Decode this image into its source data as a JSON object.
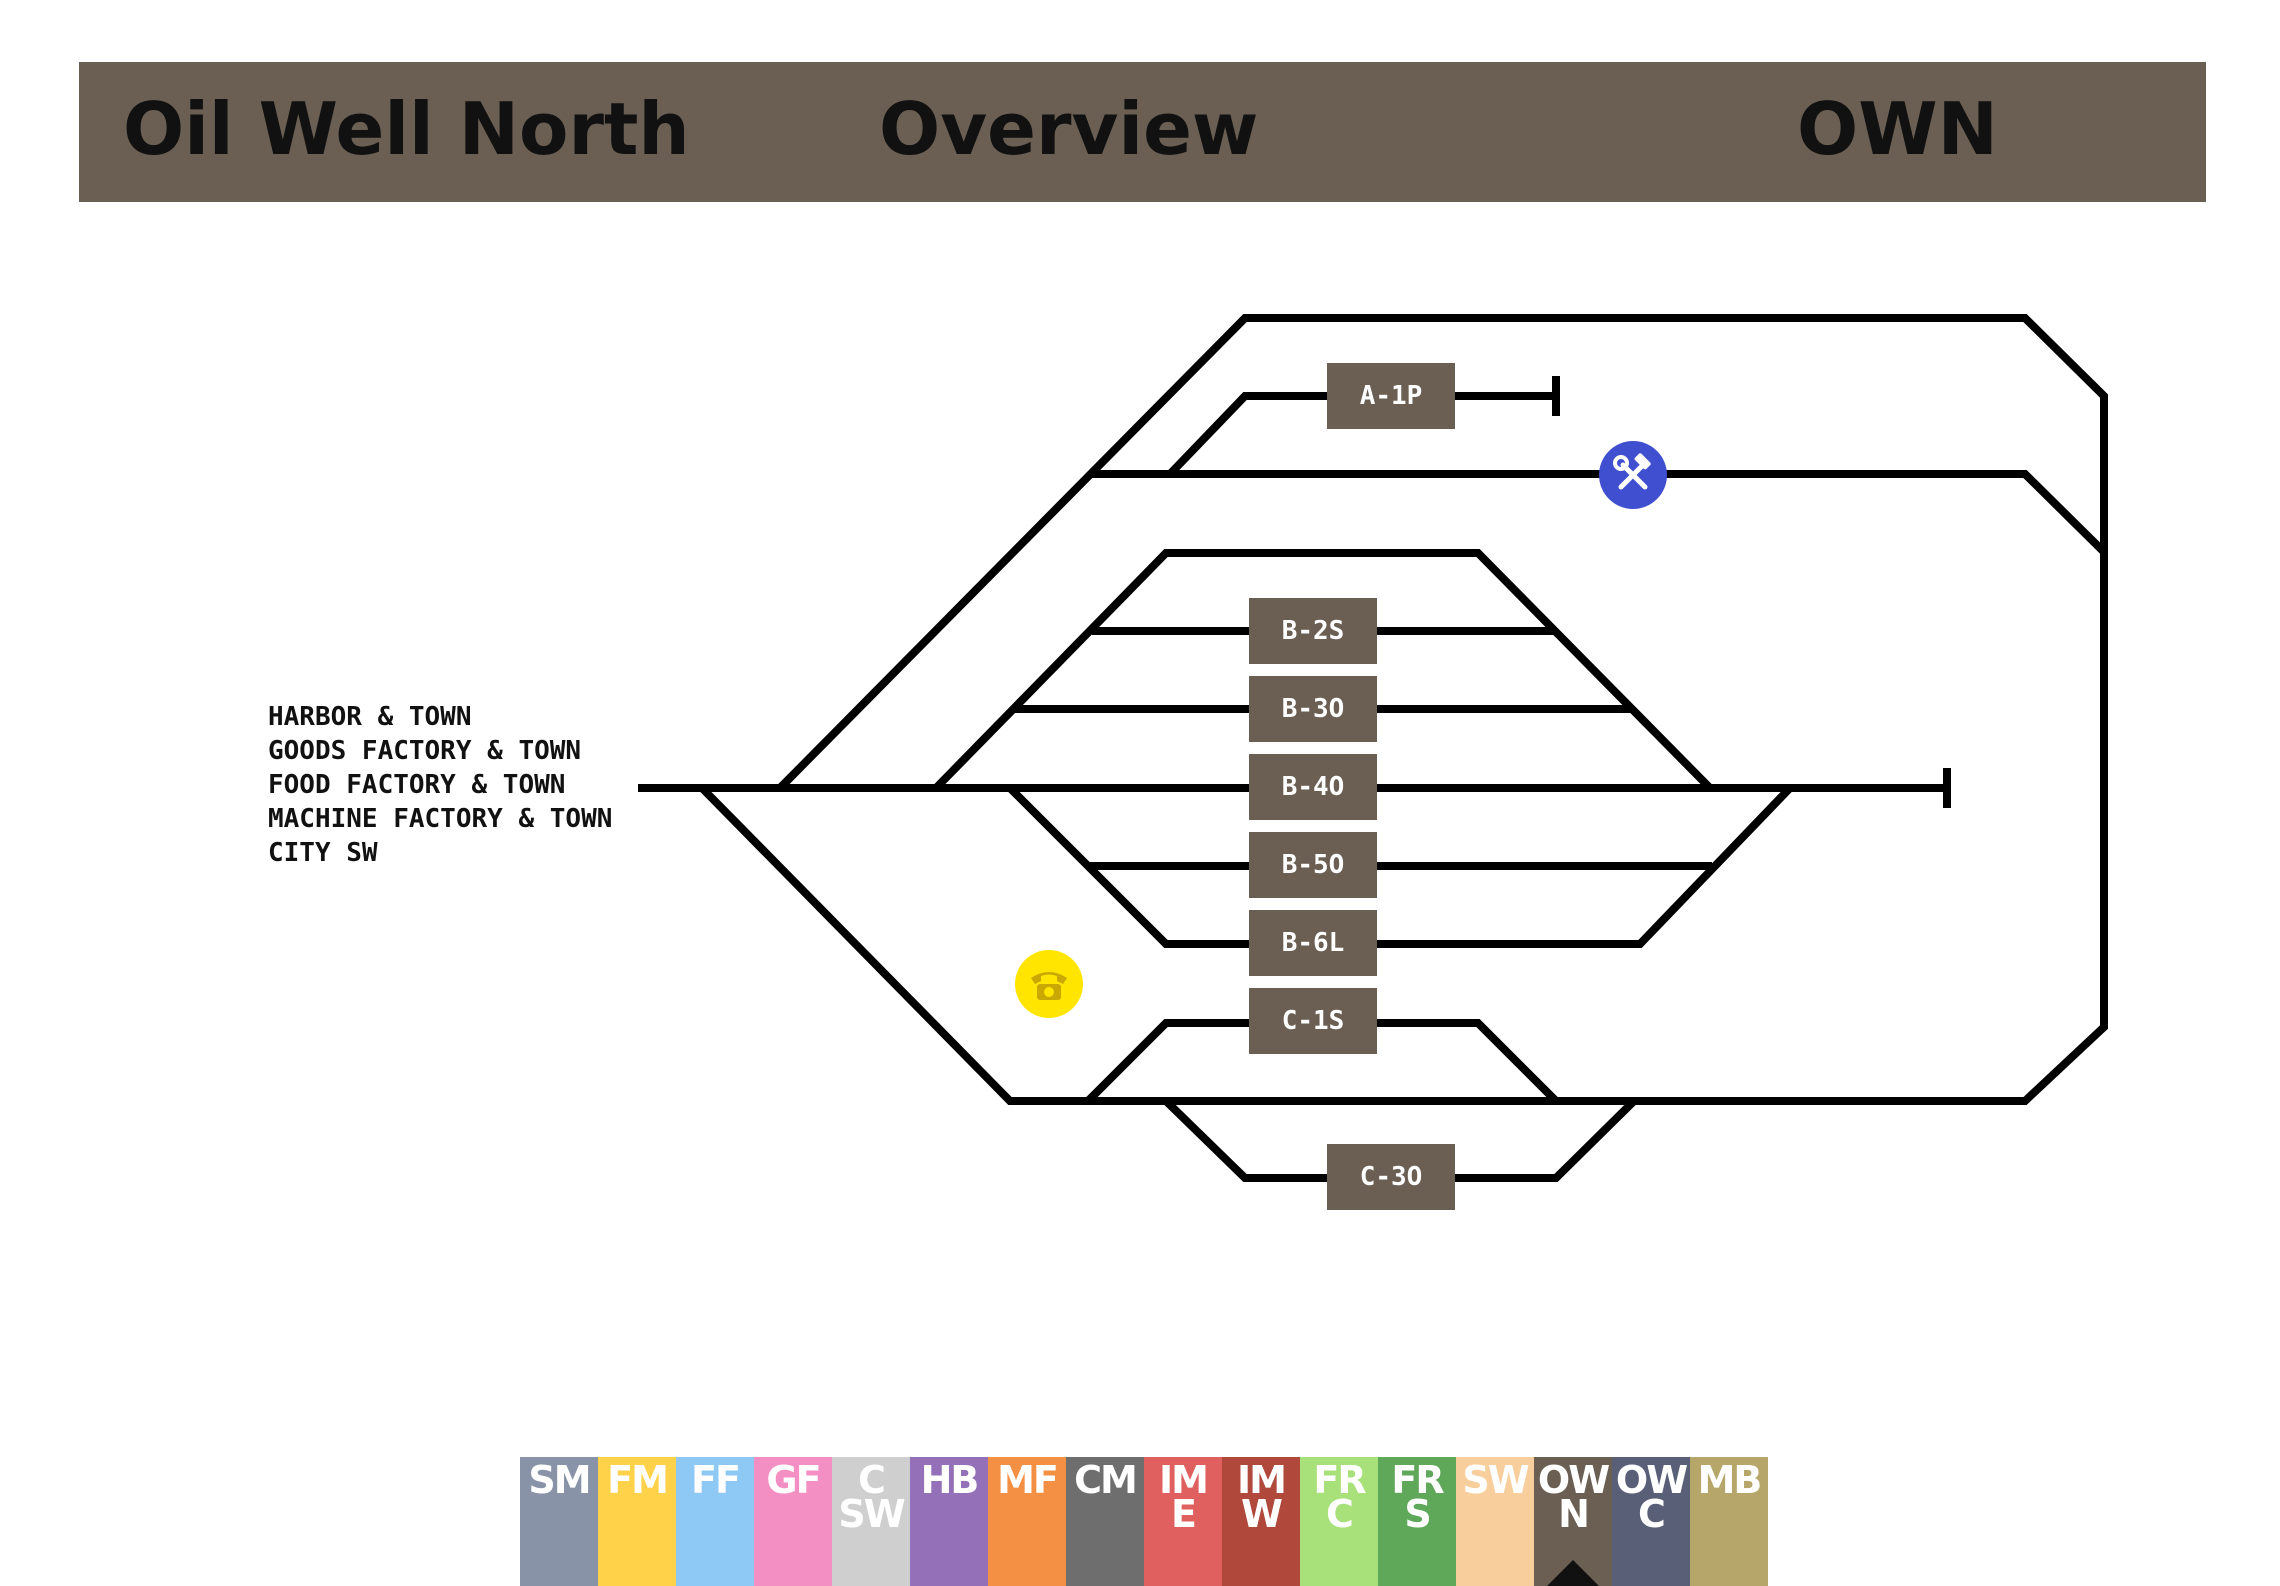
{
  "header": {
    "station_name": "Oil Well North",
    "view_name": "Overview",
    "station_code": "OWN"
  },
  "destinations": [
    "HARBOR & TOWN",
    "GOODS FACTORY & TOWN",
    "FOOD FACTORY & TOWN",
    "MACHINE FACTORY & TOWN",
    "CITY SW"
  ],
  "tracks": {
    "a1p": "A-1P",
    "b2s": "B-2S",
    "b3o": "B-3O",
    "b4o": "B-4O",
    "b5o": "B-5O",
    "b6l": "B-6L",
    "c1s": "C-1S",
    "c3o": "C-3O"
  },
  "icons": {
    "maintenance": "tools-icon",
    "phone": "phone-icon"
  },
  "colors": {
    "header_bg": "#6b5f53",
    "track_label_bg": "#6b5f53",
    "maintenance": "#3f4fd0",
    "phone": "#ffe500"
  },
  "station_tabs": [
    {
      "l1": "SM",
      "l2": "",
      "color": "#8893a8"
    },
    {
      "l1": "FM",
      "l2": "",
      "color": "#ffd24a"
    },
    {
      "l1": "FF",
      "l2": "",
      "color": "#8ec8f5"
    },
    {
      "l1": "GF",
      "l2": "",
      "color": "#f48fc4"
    },
    {
      "l1": "C",
      "l2": "SW",
      "color": "#cfcfcf"
    },
    {
      "l1": "HB",
      "l2": "",
      "color": "#9370b8"
    },
    {
      "l1": "MF",
      "l2": "",
      "color": "#f39044"
    },
    {
      "l1": "CM",
      "l2": "",
      "color": "#6e6e6e"
    },
    {
      "l1": "IM",
      "l2": "E",
      "color": "#e06060"
    },
    {
      "l1": "IM",
      "l2": "W",
      "color": "#b0483c"
    },
    {
      "l1": "FR",
      "l2": "C",
      "color": "#a8e07a"
    },
    {
      "l1": "FR",
      "l2": "S",
      "color": "#5fa85a"
    },
    {
      "l1": "SW",
      "l2": "",
      "color": "#f8cf9c"
    },
    {
      "l1": "OW",
      "l2": "N",
      "color": "#6b5f53",
      "active": true
    },
    {
      "l1": "OW",
      "l2": "C",
      "color": "#5a5f78"
    },
    {
      "l1": "MB",
      "l2": "",
      "color": "#b6a66a"
    }
  ]
}
